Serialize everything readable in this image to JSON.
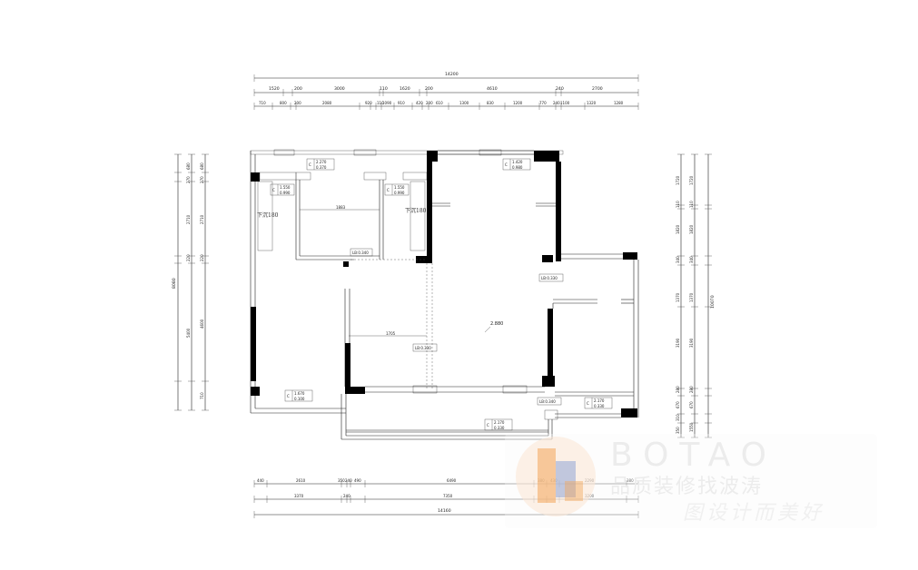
{
  "dimensions": {
    "top_total": "14200",
    "top_row1": [
      "1520",
      "200",
      "3000",
      "110",
      "1620",
      "200",
      "4610",
      "240",
      "2700"
    ],
    "top_row2": [
      "710",
      "800",
      "200",
      "2080",
      "920",
      "110",
      "1090",
      "910",
      "420",
      "200",
      "610",
      "1300",
      "830",
      "1200",
      "770",
      "240",
      "1100",
      "1320",
      "1280"
    ],
    "left_total": "8080",
    "left_row1": [
      "680",
      "270",
      "2710",
      "220",
      "4600",
      "710"
    ],
    "left_row2": [
      "680",
      "270",
      "2710",
      "220",
      "5400"
    ],
    "right_total": "10070",
    "right_row1": [
      "1720",
      "110",
      "1820",
      "340",
      "1370",
      "3190",
      "280",
      "670",
      "1550"
    ],
    "right_row2": [
      "1720",
      "110",
      "1820",
      "340",
      "1370",
      "3190",
      "280",
      "670",
      "310",
      "350"
    ],
    "bottom_row1": [
      "440",
      "2610",
      "350",
      "240",
      "490",
      "6490",
      "380",
      "430",
      "2290",
      "380"
    ],
    "bottom_row2": [
      "3370",
      "240",
      "7350",
      "3200"
    ],
    "bottom_total": "14160"
  },
  "tags": {
    "t1": {
      "c": "C",
      "v1": "2.270",
      "v2": "0.370"
    },
    "t2": {
      "c": "C",
      "v1": "1.420",
      "v2": "0.980"
    },
    "t3": {
      "c": "C",
      "v1": "1.550",
      "v2": "0.990"
    },
    "t4": {
      "c": "C",
      "v1": "1.550",
      "v2": "0.990"
    },
    "t5": {
      "c": "C",
      "v1": "1.670",
      "v2": "0.100"
    },
    "t6": {
      "c": "C",
      "v1": "2.170",
      "v2": "0.330"
    },
    "t7": {
      "c": "C",
      "v1": "2.170",
      "v2": "0.330"
    }
  },
  "beams": {
    "b1": "LB:0.340",
    "b2": "LB:0.330",
    "b3": "LB:0.330",
    "b4": "LB:0.340"
  },
  "annotations": {
    "drop_left": "下沉180",
    "drop_right": "下沉180",
    "height": "2.880",
    "inner_dim_1": "1883",
    "inner_dim_2": "1705"
  },
  "brand": {
    "en": "BOTAO",
    "zh": "品质装修找波涛",
    "slogan": "图设计而美好"
  },
  "colors": {
    "wall": "#000000",
    "logo_orange": "#f2a65a",
    "logo_blue": "#4a6fb5",
    "watermark": "#ececec"
  }
}
